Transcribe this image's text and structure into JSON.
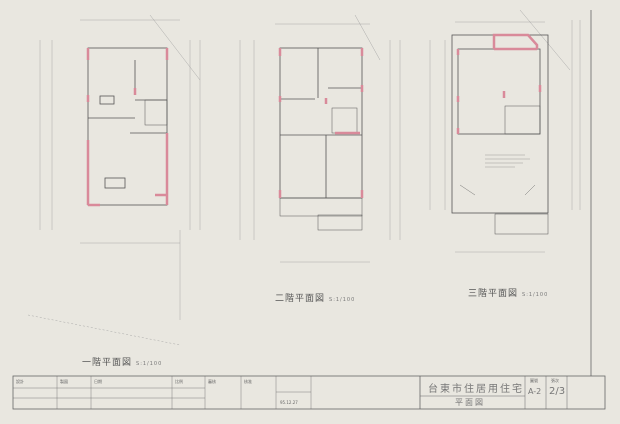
{
  "drawing": {
    "plans": [
      {
        "title": "一階平面図",
        "scale": "S:1/100"
      },
      {
        "title": "二階平面図",
        "scale": "S:1/100"
      },
      {
        "title": "三階平面図",
        "scale": "S:1/100"
      }
    ],
    "title_block": {
      "project": "台東市住居用住宅",
      "sheet_title": "平面図",
      "drawing_no": "A-2",
      "sheet": "2/3",
      "fields": [
        "設計",
        "製図",
        "日期",
        "比例",
        "審核",
        "核准",
        "圖號",
        "張次"
      ],
      "date": "95.12.27"
    }
  },
  "colors": {
    "paper": "#e9e7e0",
    "ink": "#555555",
    "wall_red": "#d98a9a"
  }
}
